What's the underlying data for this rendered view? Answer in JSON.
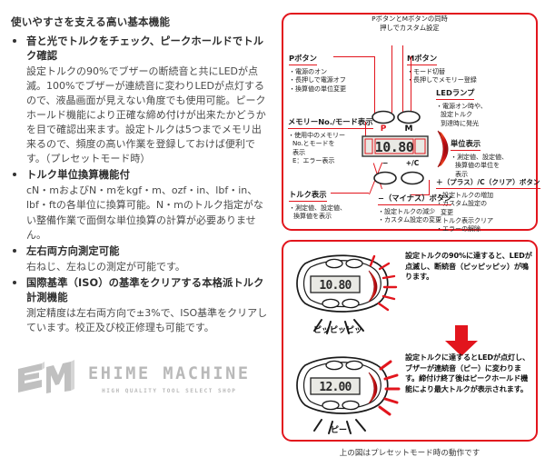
{
  "features": {
    "heading": "使いやすさを支える高い基本機能",
    "items": [
      {
        "title": "音と光でトルクをチェック、ピークホールドでトルク確認",
        "body": "設定トルクの90%でブザーの断続音と共にLEDが点滅。100%でブザーが連続音に変わりLEDが点灯するので、液晶画面が見えない角度でも使用可能。ピークホールド機能により正確な締め付けが出来たかどうかを目で確認出来ます。設定トルクは5つまでメモリ出来るので、頻度の高い作業を登録しておけば便利です。（プレセットモード時）"
      },
      {
        "title": "トルク単位換算機能付",
        "body": "cN・mおよびN・mをkgf・m、ozf・in、lbf・in、lbf・ftの各単位に換算可能。N・mのトルク指定がない整備作業で面倒な単位換算の計算が必要ありません。"
      },
      {
        "title": "左右両方向測定可能",
        "body": "右ねじ、左ねじの測定が可能です。"
      },
      {
        "title": "国際基準（ISO）の基準をクリアする本格派トルク計測機能",
        "body": "測定精度は左右両方向で±3%で、ISO基準をクリアしています。校正及び校正修理も可能です。"
      }
    ]
  },
  "logo": {
    "wordmark": "EHIME MACHINE",
    "tagline": "HIGH QUALITY TOOL SELECT SHOP"
  },
  "diagram": {
    "dual_press_note": [
      "PボタンとMボタンの同時",
      "押しでカスタム設定"
    ],
    "callouts": [
      {
        "id": "p-button",
        "title": "Pボタン",
        "lines": [
          "・電源のオン",
          "・長押しで電源オフ",
          "・換算値の単位変更"
        ]
      },
      {
        "id": "m-button",
        "title": "Mボタン",
        "lines": [
          "・モード切替",
          "・長押しでメモリー登録"
        ]
      },
      {
        "id": "led-lamp",
        "title": "LEDランプ",
        "lines": [
          "・電源オン時や、",
          "設定トルク",
          "到達時に発光"
        ]
      },
      {
        "id": "memory-no",
        "title": "メモリーNo./モード表示",
        "lines": [
          "・使用中のメモリー",
          "No.とモードを",
          "表示",
          "E：エラー表示"
        ]
      },
      {
        "id": "unit-display",
        "title": "単位表示",
        "lines": [
          "・測定値、設定値、",
          "換算値の単位を",
          "表示"
        ]
      },
      {
        "id": "plus-clear-button",
        "title": "＋（プラス）/C（クリア）ボタン",
        "lines": [
          "・設定トルクの増加",
          "・カスタム設定の",
          "変更",
          "・トルク表示クリア",
          "・エラーの解除"
        ]
      },
      {
        "id": "torque-display",
        "title": "トルク表示",
        "lines": [
          "・測定値、設定値、",
          "換算値を表示"
        ]
      },
      {
        "id": "minus-button",
        "title": "−（マイナス）ボタン",
        "lines": [
          "・設定トルクの減少",
          "・カスタム設定の変更"
        ]
      }
    ],
    "device": {
      "lcd_value": "10.80",
      "button_p_label": "P",
      "button_m_label": "M",
      "button_minus_label": "−",
      "button_plus_label": "+/C"
    }
  },
  "operation": {
    "steps": [
      {
        "id": "step-90-percent",
        "lcd_value": "10.80",
        "sfx": "ピッピッピッ",
        "text": "設定トルクの90%に達すると、LEDが点滅し、断続音（ピッピッピッ）が鳴ります。"
      },
      {
        "id": "step-100-percent",
        "lcd_value": "12.00",
        "sfx": "ピー",
        "text": "設定トルクに達するとLEDが点灯し、ブザーが連続音（ピー）に変わります。締付け終了後はピークホールド機能により最大トルクが表示されます。"
      }
    ],
    "caption": "上の図はプレセットモード時の動作です"
  },
  "colors": {
    "accent_red": "#e2151d",
    "logo_gray": "#b9b9b9",
    "text_dark": "#2e2e2e"
  }
}
